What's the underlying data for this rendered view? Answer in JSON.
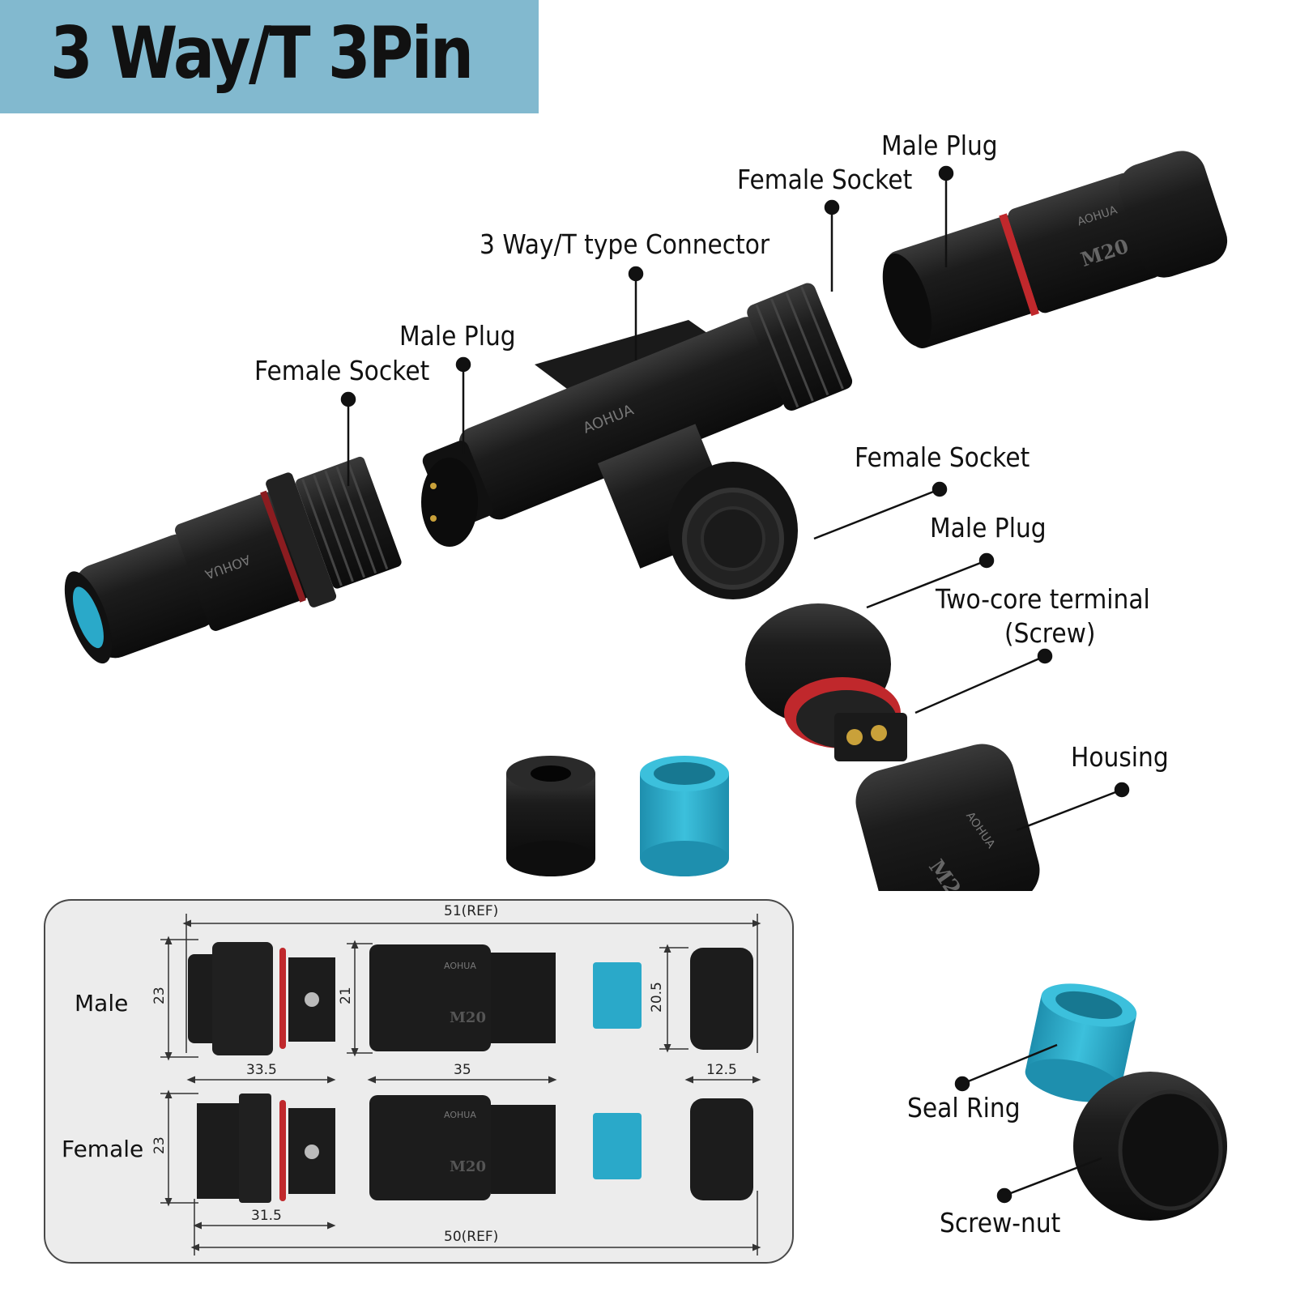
{
  "banner": {
    "title": "3 Way/T 3Pin"
  },
  "labels": {
    "top_right_male_plug": "Male Plug",
    "top_right_female_socket": "Female Socket",
    "t_connector": "3 Way/T type Connector",
    "left_male_plug": "Male Plug",
    "left_female_socket": "Female Socket",
    "bottom_female_socket": "Female Socket",
    "bottom_male_plug": "Male Plug",
    "terminal_line1": "Two-core terminal",
    "terminal_line2": "(Screw)",
    "housing": "Housing",
    "seal_ring": "Seal Ring",
    "screw_nut": "Screw-nut"
  },
  "logo": {
    "brand": "AOHUA",
    "thread_mark": "M20"
  },
  "dimensions": {
    "row_male": "Male",
    "row_female": "Female",
    "overall_male": "51(REF)",
    "overall_female": "50(REF)",
    "male_height": "23",
    "female_height": "23",
    "housing_height": "21",
    "seal_height": "20.5",
    "male_plug_length": "33.5",
    "housing_length": "35",
    "nut_length": "12.5",
    "female_socket_length": "31.5"
  },
  "colors": {
    "banner": "#82b9cf",
    "body_black": "#1c1c1c",
    "seal_blue": "#2aa9c9",
    "oring_red": "#c0282c",
    "panel_bg": "#ececec"
  }
}
